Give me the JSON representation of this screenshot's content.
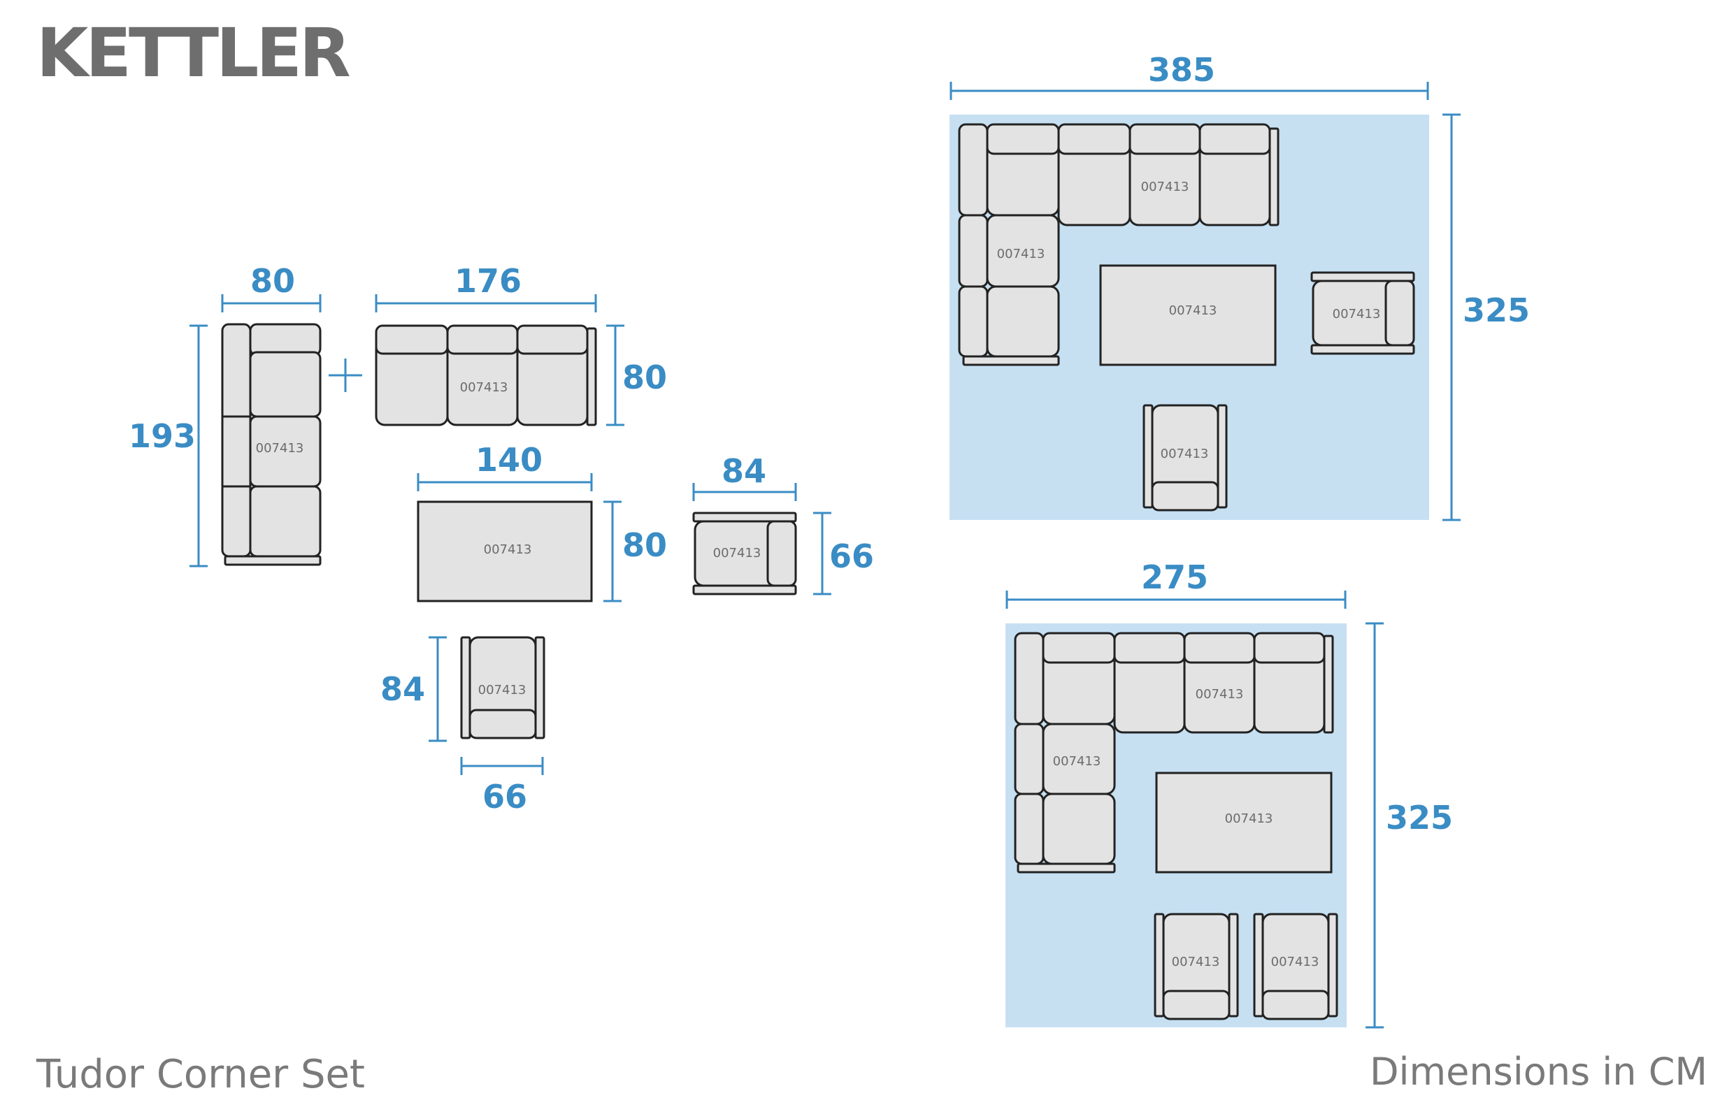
{
  "brand": {
    "name": "KETTLER"
  },
  "footer": {
    "set_name": "Tudor Corner Set",
    "units_note": "Dimensions in CM"
  },
  "colors": {
    "accent": "#3a8cc4",
    "layout_bg": "#c6e0f2",
    "piece_fill": "#e3e3e3",
    "piece_stroke": "#222222",
    "text_gray": "#7a7a7a"
  },
  "model_code": "007413",
  "components": {
    "corner_section": {
      "width": "80",
      "depth": "193"
    },
    "three_seater": {
      "width": "176",
      "depth": "80"
    },
    "table": {
      "width": "140",
      "depth": "80"
    },
    "chair_side": {
      "width": "84",
      "depth": "66"
    },
    "chair_front": {
      "depth": "84",
      "width": "66"
    }
  },
  "layouts": [
    {
      "name": "layout-a",
      "width": "385",
      "depth": "325"
    },
    {
      "name": "layout-b",
      "width": "275",
      "depth": "325"
    }
  ]
}
